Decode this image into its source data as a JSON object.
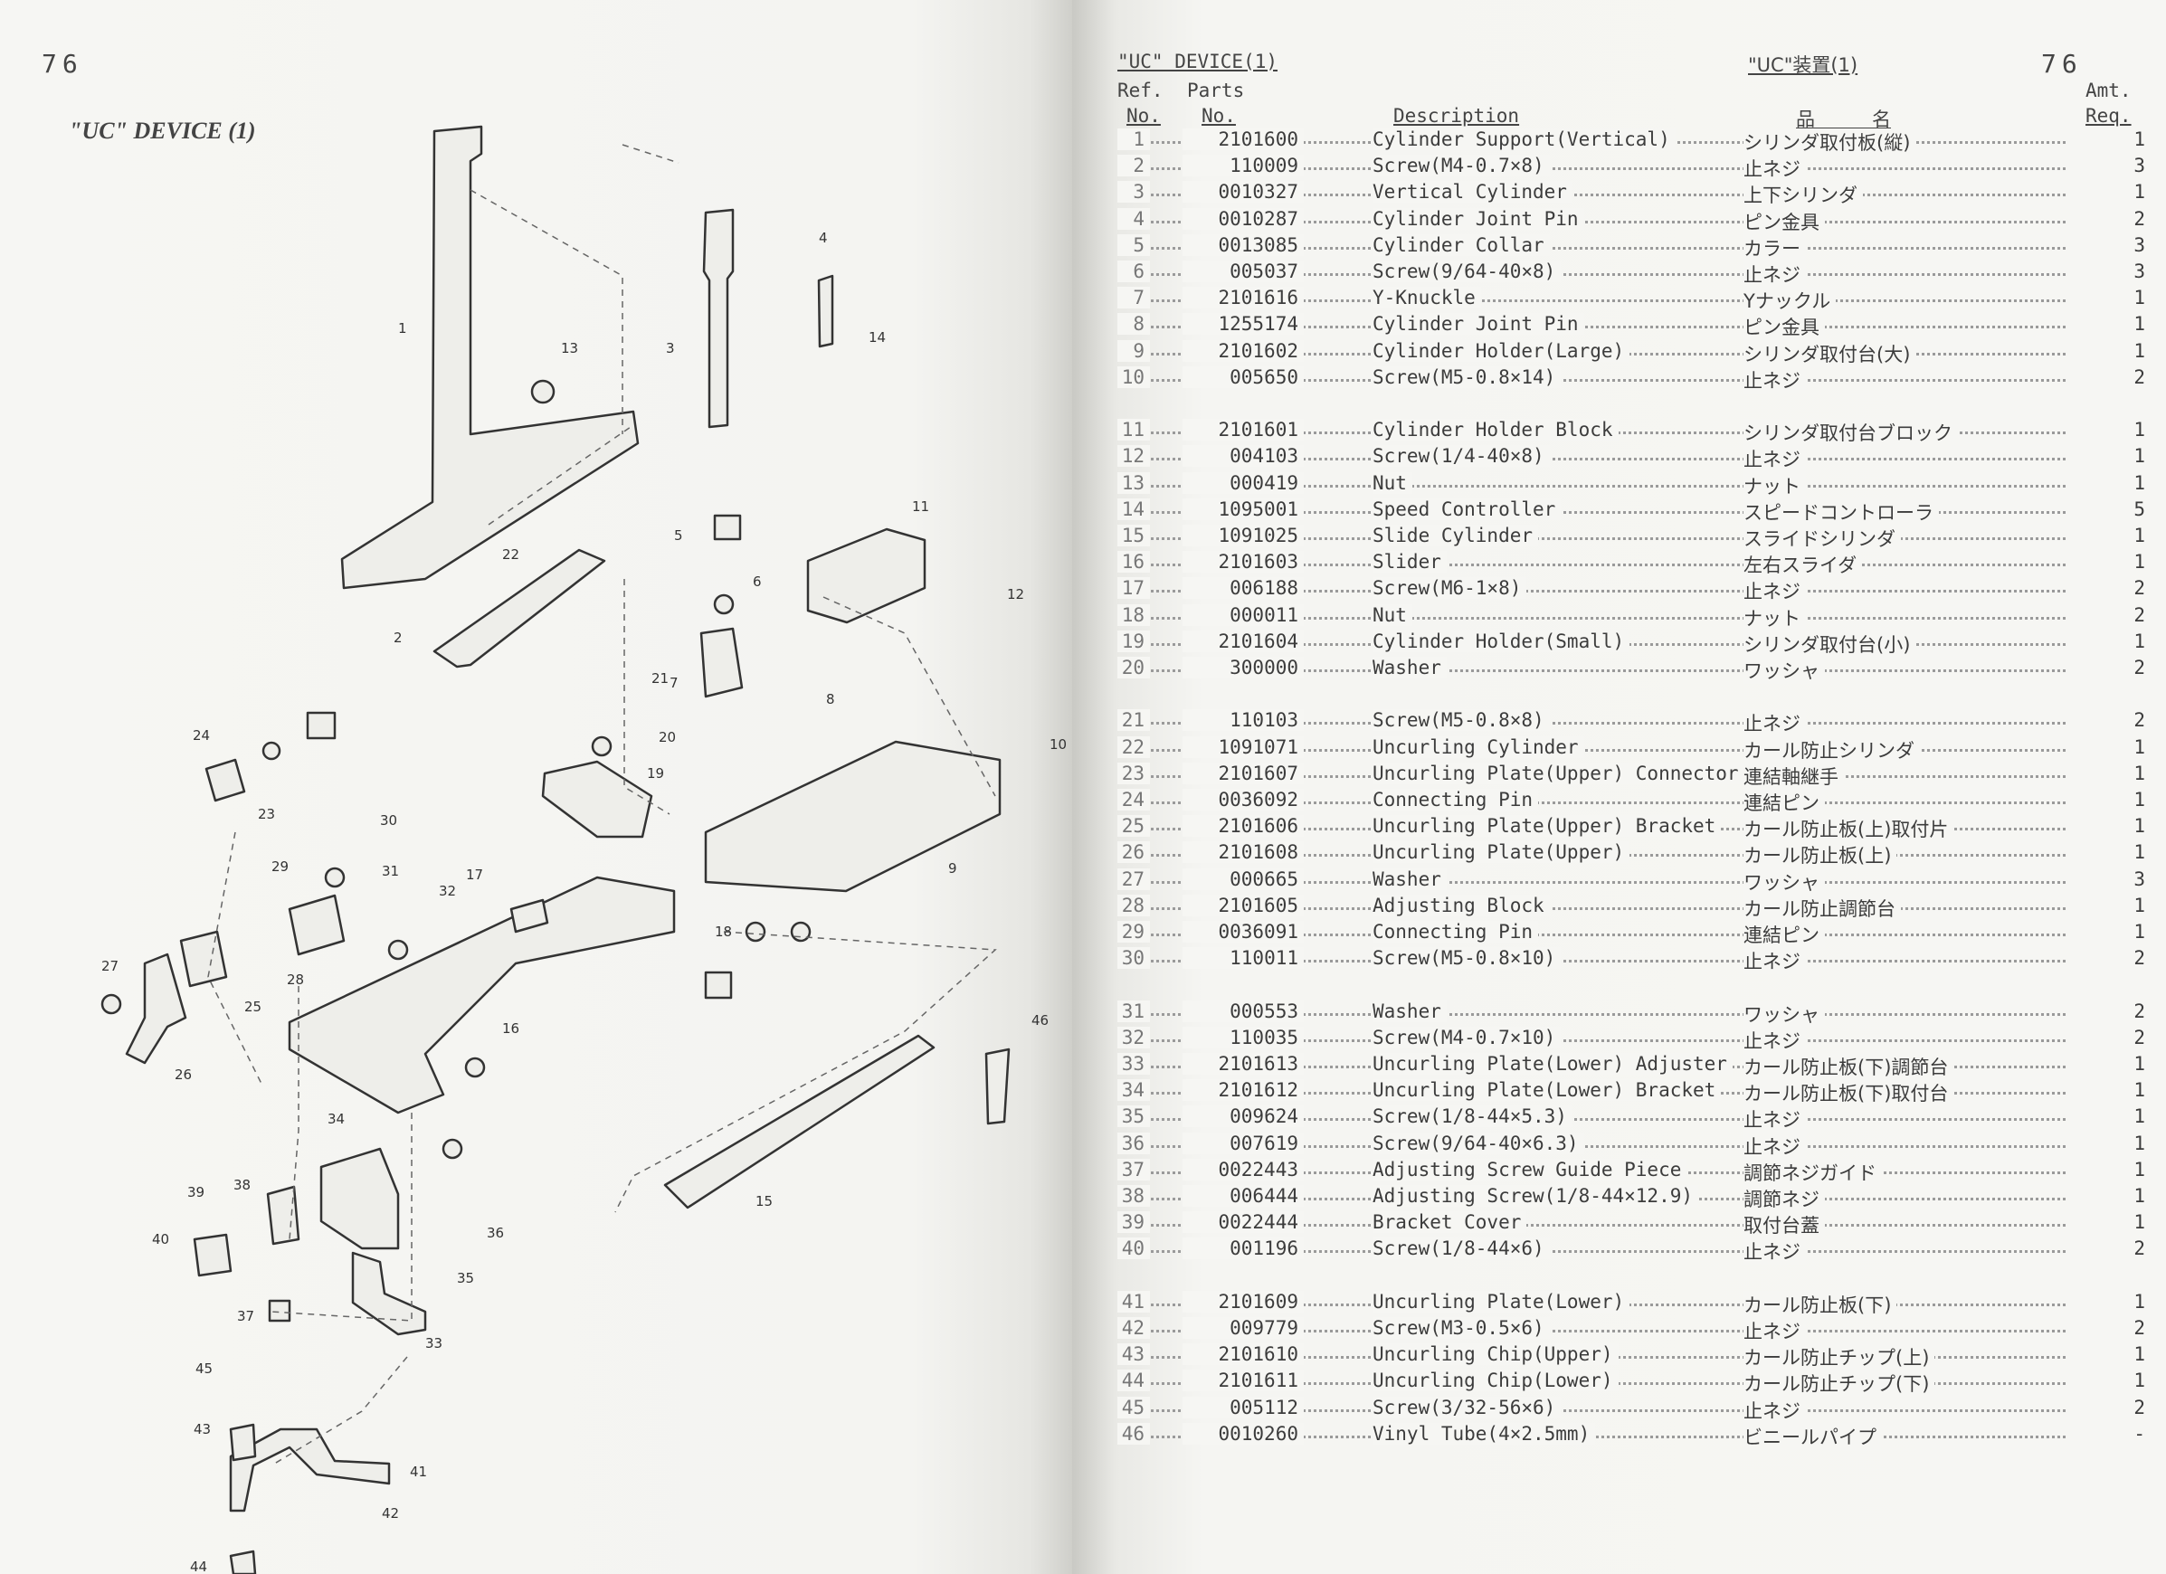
{
  "left_page": {
    "page_number": "76",
    "title": "\"UC\" DEVICE (1)"
  },
  "right_page": {
    "page_number": "76",
    "header_left": "\"UC\" DEVICE(1)",
    "header_right": "\"UC\"装置(1)",
    "col_ref_1": "Ref.",
    "col_ref_2": "No.",
    "col_parts_1": "Parts",
    "col_parts_2": "No.",
    "col_desc": "Description",
    "col_jp": "品　　　名",
    "col_amt_1": "Amt.",
    "col_amt_2": "Req."
  },
  "parts": [
    {
      "ref": "1",
      "part": "2101600",
      "desc": "Cylinder Support(Vertical)",
      "jp": "シリンダ取付板(縦)",
      "amt": "1"
    },
    {
      "ref": "2",
      "part": "110009",
      "desc": "Screw(M4-0.7×8)",
      "jp": "止ネジ",
      "amt": "3"
    },
    {
      "ref": "3",
      "part": "0010327",
      "desc": "Vertical Cylinder",
      "jp": "上下シリンダ",
      "amt": "1"
    },
    {
      "ref": "4",
      "part": "0010287",
      "desc": "Cylinder Joint Pin",
      "jp": "ピン金具",
      "amt": "2"
    },
    {
      "ref": "5",
      "part": "0013085",
      "desc": "Cylinder Collar",
      "jp": "カラー",
      "amt": "3"
    },
    {
      "ref": "6",
      "part": "005037",
      "desc": "Screw(9/64-40×8)",
      "jp": "止ネジ",
      "amt": "3"
    },
    {
      "ref": "7",
      "part": "2101616",
      "desc": "Y-Knuckle",
      "jp": "Yナックル",
      "amt": "1"
    },
    {
      "ref": "8",
      "part": "1255174",
      "desc": "Cylinder Joint Pin",
      "jp": "ピン金具",
      "amt": "1"
    },
    {
      "ref": "9",
      "part": "2101602",
      "desc": "Cylinder Holder(Large)",
      "jp": "シリンダ取付台(大)",
      "amt": "1"
    },
    {
      "ref": "10",
      "part": "005650",
      "desc": "Screw(M5-0.8×14)",
      "jp": "止ネジ",
      "amt": "2"
    },
    {
      "ref": "11",
      "part": "2101601",
      "desc": "Cylinder Holder Block",
      "jp": "シリンダ取付台ブロック",
      "amt": "1"
    },
    {
      "ref": "12",
      "part": "004103",
      "desc": "Screw(1/4-40×8)",
      "jp": "止ネジ",
      "amt": "1"
    },
    {
      "ref": "13",
      "part": "000419",
      "desc": "Nut",
      "jp": "ナット",
      "amt": "1"
    },
    {
      "ref": "14",
      "part": "1095001",
      "desc": "Speed Controller",
      "jp": "スピードコントローラ",
      "amt": "5"
    },
    {
      "ref": "15",
      "part": "1091025",
      "desc": "Slide Cylinder",
      "jp": "スライドシリンダ",
      "amt": "1"
    },
    {
      "ref": "16",
      "part": "2101603",
      "desc": "Slider",
      "jp": "左右スライダ",
      "amt": "1"
    },
    {
      "ref": "17",
      "part": "006188",
      "desc": "Screw(M6-1×8)",
      "jp": "止ネジ",
      "amt": "2"
    },
    {
      "ref": "18",
      "part": "000011",
      "desc": "Nut",
      "jp": "ナット",
      "amt": "2"
    },
    {
      "ref": "19",
      "part": "2101604",
      "desc": "Cylinder Holder(Small)",
      "jp": "シリンダ取付台(小)",
      "amt": "1"
    },
    {
      "ref": "20",
      "part": "300000",
      "desc": "Washer",
      "jp": "ワッシャ",
      "amt": "2"
    },
    {
      "ref": "21",
      "part": "110103",
      "desc": "Screw(M5-0.8×8)",
      "jp": "止ネジ",
      "amt": "2"
    },
    {
      "ref": "22",
      "part": "1091071",
      "desc": "Uncurling Cylinder",
      "jp": "カール防止シリンダ",
      "amt": "1"
    },
    {
      "ref": "23",
      "part": "2101607",
      "desc": "Uncurling Plate(Upper) Connector",
      "jp": "連結軸継手",
      "amt": "1"
    },
    {
      "ref": "24",
      "part": "0036092",
      "desc": "Connecting Pin",
      "jp": "連結ピン",
      "amt": "1"
    },
    {
      "ref": "25",
      "part": "2101606",
      "desc": "Uncurling Plate(Upper) Bracket",
      "jp": "カール防止板(上)取付片",
      "amt": "1"
    },
    {
      "ref": "26",
      "part": "2101608",
      "desc": "Uncurling Plate(Upper)",
      "jp": "カール防止板(上)",
      "amt": "1"
    },
    {
      "ref": "27",
      "part": "000665",
      "desc": "Washer",
      "jp": "ワッシャ",
      "amt": "3"
    },
    {
      "ref": "28",
      "part": "2101605",
      "desc": "Adjusting Block",
      "jp": "カール防止調節台",
      "amt": "1"
    },
    {
      "ref": "29",
      "part": "0036091",
      "desc": "Connecting Pin",
      "jp": "連結ピン",
      "amt": "1"
    },
    {
      "ref": "30",
      "part": "110011",
      "desc": "Screw(M5-0.8×10)",
      "jp": "止ネジ",
      "amt": "2"
    },
    {
      "ref": "31",
      "part": "000553",
      "desc": "Washer",
      "jp": "ワッシャ",
      "amt": "2"
    },
    {
      "ref": "32",
      "part": "110035",
      "desc": "Screw(M4-0.7×10)",
      "jp": "止ネジ",
      "amt": "2"
    },
    {
      "ref": "33",
      "part": "2101613",
      "desc": "Uncurling Plate(Lower) Adjuster",
      "jp": "カール防止板(下)調節台",
      "amt": "1"
    },
    {
      "ref": "34",
      "part": "2101612",
      "desc": "Uncurling Plate(Lower) Bracket",
      "jp": "カール防止板(下)取付台",
      "amt": "1"
    },
    {
      "ref": "35",
      "part": "009624",
      "desc": "Screw(1/8-44×5.3)",
      "jp": "止ネジ",
      "amt": "1"
    },
    {
      "ref": "36",
      "part": "007619",
      "desc": "Screw(9/64-40×6.3)",
      "jp": "止ネジ",
      "amt": "1"
    },
    {
      "ref": "37",
      "part": "0022443",
      "desc": "Adjusting Screw Guide Piece",
      "jp": "調節ネジガイド",
      "amt": "1"
    },
    {
      "ref": "38",
      "part": "006444",
      "desc": "Adjusting Screw(1/8-44×12.9)",
      "jp": "調節ネジ",
      "amt": "1"
    },
    {
      "ref": "39",
      "part": "0022444",
      "desc": "Bracket Cover",
      "jp": "取付台蓋",
      "amt": "1"
    },
    {
      "ref": "40",
      "part": "001196",
      "desc": "Screw(1/8-44×6)",
      "jp": "止ネジ",
      "amt": "2"
    },
    {
      "ref": "41",
      "part": "2101609",
      "desc": "Uncurling Plate(Lower)",
      "jp": "カール防止板(下)",
      "amt": "1"
    },
    {
      "ref": "42",
      "part": "009779",
      "desc": "Screw(M3-0.5×6)",
      "jp": "止ネジ",
      "amt": "2"
    },
    {
      "ref": "43",
      "part": "2101610",
      "desc": "Uncurling Chip(Upper)",
      "jp": "カール防止チップ(上)",
      "amt": "1"
    },
    {
      "ref": "44",
      "part": "2101611",
      "desc": "Uncurling Chip(Lower)",
      "jp": "カール防止チップ(下)",
      "amt": "1"
    },
    {
      "ref": "45",
      "part": "005112",
      "desc": "Screw(3/32-56×6)",
      "jp": "止ネジ",
      "amt": "2"
    },
    {
      "ref": "46",
      "part": "0010260",
      "desc": "Vinyl Tube(4×2.5mm)",
      "jp": "ビニールパイプ",
      "amt": "-"
    }
  ],
  "callouts": [
    "1",
    "2",
    "3",
    "4",
    "5",
    "6",
    "7",
    "8",
    "9",
    "10",
    "11",
    "12",
    "13",
    "14",
    "15",
    "16",
    "17",
    "18",
    "19",
    "20",
    "21",
    "22",
    "23",
    "24",
    "25",
    "26",
    "27",
    "28",
    "29",
    "30",
    "31",
    "32",
    "33",
    "34",
    "35",
    "36",
    "37",
    "38",
    "39",
    "40",
    "41",
    "42",
    "43",
    "44",
    "45",
    "46"
  ]
}
